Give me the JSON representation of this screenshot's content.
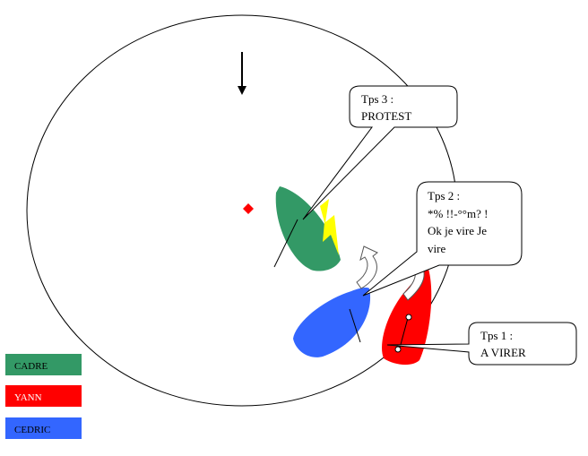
{
  "bubbles": {
    "tps3": {
      "lines": [
        "Tps 3 :",
        "PROTEST"
      ]
    },
    "tps2": {
      "lines": [
        "Tps 2 :",
        "*% !!-°°m? !",
        "Ok je vire Je",
        "vire"
      ]
    },
    "tps1": {
      "lines": [
        "Tps 1 :",
        "A VIRER"
      ]
    }
  },
  "legend": [
    {
      "label": "CADRE",
      "color": "#339966",
      "text_color": "#000000"
    },
    {
      "label": "YANN",
      "color": "#ff0000",
      "text_color": "#ffffff"
    },
    {
      "label": "CEDRIC",
      "color": "#3366ff",
      "text_color": "#000000"
    }
  ],
  "colors": {
    "cadre": "#339966",
    "yann": "#ff0000",
    "cedric": "#3366ff",
    "lightning": "#ffff00",
    "mark": "#ff0000"
  }
}
